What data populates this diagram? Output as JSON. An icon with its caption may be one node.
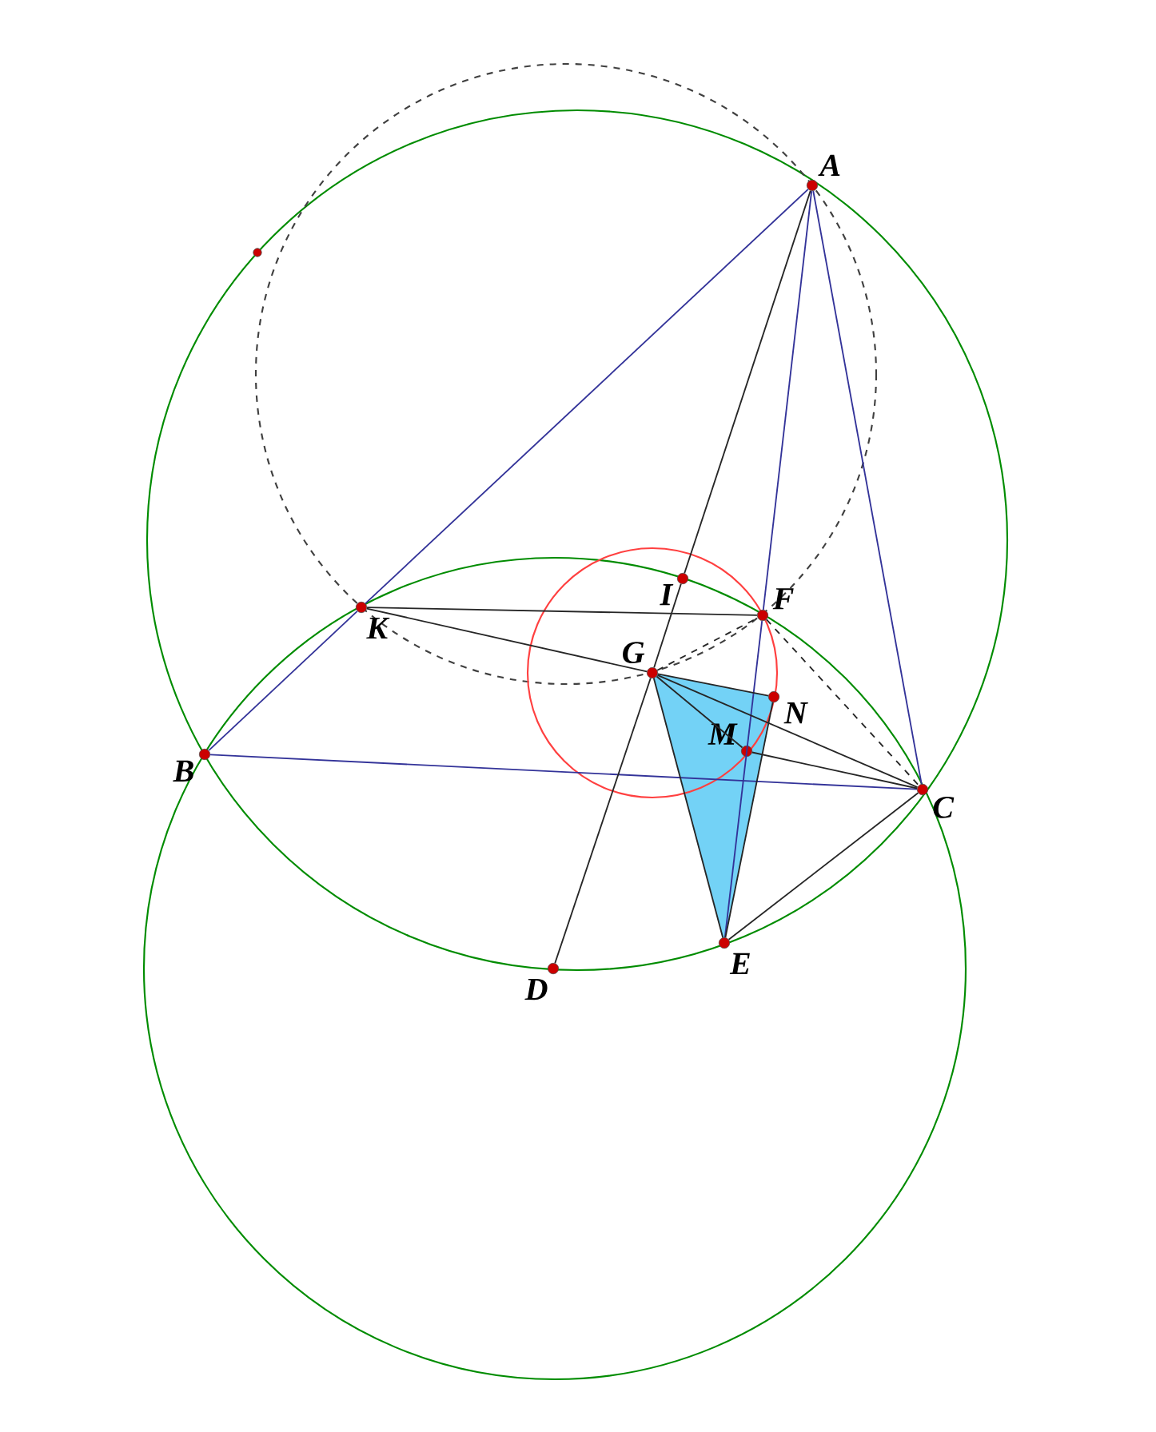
{
  "diagram": {
    "nodes": [
      {
        "text": [
          "A"
        ]
      },
      {
        "text": [
          "B"
        ]
      },
      {
        "text": [
          "C"
        ]
      },
      {
        "text": [
          "K"
        ]
      },
      {
        "text": [
          "F"
        ]
      },
      {
        "text": [
          "G"
        ]
      },
      {
        "text": [
          "I"
        ]
      },
      {
        "text": [
          "N"
        ]
      },
      {
        "text": [
          "M"
        ]
      },
      {
        "text": [
          "E"
        ]
      },
      {
        "text": [
          "D"
        ]
      }
    ],
    "edges": [
      {
        "from": 0,
        "to": 3,
        "arrow": "none",
        "color": "#333399"
      },
      {
        "from": 3,
        "to": 1,
        "arrow": "none",
        "color": "#333399"
      },
      {
        "from": 1,
        "to": 2,
        "arrow": "none",
        "color": "#333399"
      },
      {
        "from": 0,
        "to": 2,
        "arrow": "none",
        "color": "#333399"
      },
      {
        "from": 0,
        "to": 4,
        "arrow": "none",
        "color": "#333399"
      },
      {
        "from": 4,
        "to": 9,
        "arrow": "none",
        "color": "#333399"
      },
      {
        "from": 0,
        "to": 6,
        "arrow": "none"
      },
      {
        "from": 6,
        "to": 5,
        "arrow": "none"
      },
      {
        "from": 5,
        "to": 10,
        "arrow": "none"
      },
      {
        "from": 3,
        "to": 4,
        "arrow": "none"
      },
      {
        "from": 3,
        "to": 5,
        "arrow": "none"
      },
      {
        "from": 5,
        "to": 4,
        "arrow": "none",
        "style": "dashed"
      },
      {
        "from": 4,
        "to": 2,
        "arrow": "none",
        "style": "dashed"
      },
      {
        "from": 5,
        "to": 7,
        "arrow": "none"
      },
      {
        "from": 5,
        "to": 8,
        "arrow": "none"
      },
      {
        "from": 5,
        "to": 2,
        "arrow": "none"
      },
      {
        "from": 5,
        "to": 9,
        "arrow": "none"
      },
      {
        "from": 8,
        "to": 2,
        "arrow": "none"
      },
      {
        "from": 7,
        "to": 9,
        "arrow": "none"
      },
      {
        "from": 9,
        "to": 2,
        "arrow": "none"
      }
    ]
  }
}
